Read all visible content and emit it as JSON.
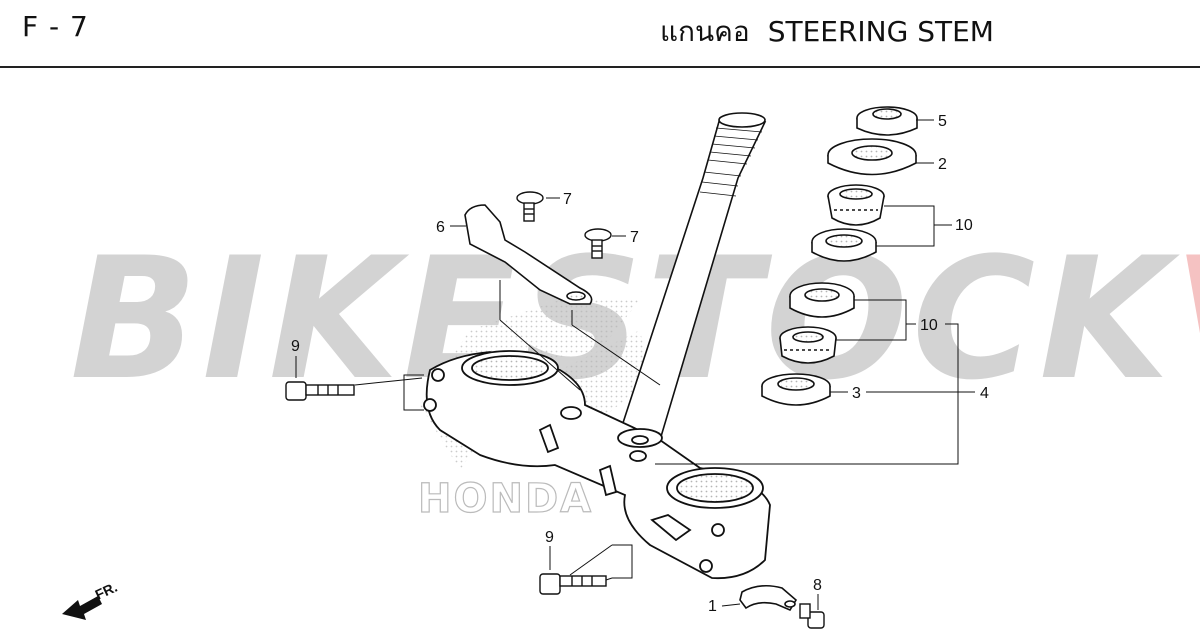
{
  "header": {
    "section_code": "F - 7",
    "title_thai": "แกนคอ",
    "title_en": "STEERING STEM"
  },
  "watermark": {
    "main": "BIKESTOCK",
    "accent": "VN",
    "colors": {
      "main": "#9a9a9a",
      "accent": "#e06a6a"
    }
  },
  "background_mark": "HONDA",
  "direction_indicator": {
    "label": "FR.",
    "icon": "front-arrow-icon"
  },
  "callouts": {
    "c1": "1",
    "c2": "2",
    "c3": "3",
    "c4": "4",
    "c5": "5",
    "c6": "6",
    "c7a": "7",
    "c7b": "7",
    "c8": "8",
    "c9a": "9",
    "c9b": "9",
    "c10a": "10",
    "c10b": "10"
  }
}
